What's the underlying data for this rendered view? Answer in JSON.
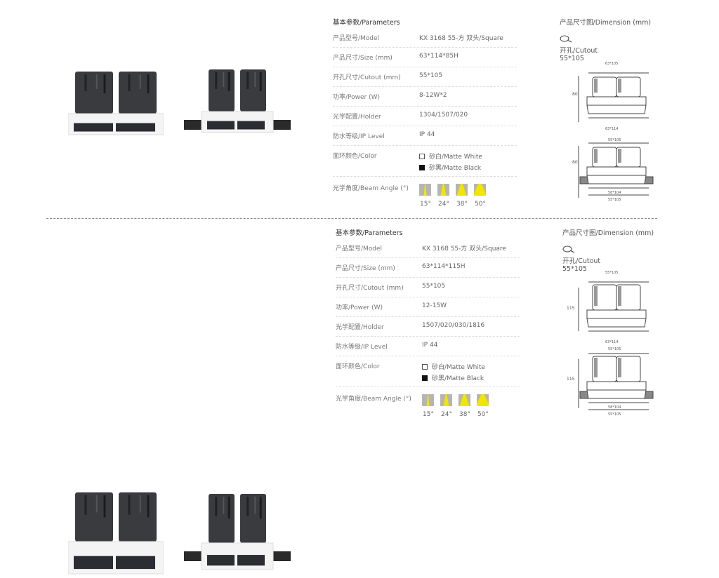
{
  "colors": {
    "beam_yellow": "#f2e600",
    "beam_gray": "#b5b5b5",
    "lamp_dark": "#3a3b3e",
    "frame_white": "#f4f4f4"
  },
  "sections": [
    {
      "params_title": "基本参数/Parameters",
      "rows": [
        {
          "label": "产品型号/Model",
          "value": "KX 3168  55-方 双头/Square"
        },
        {
          "label": "产品尺寸/Size (mm)",
          "value": "63*114*85H"
        },
        {
          "label": "开孔尺寸/Cutout (mm)",
          "value": "55*105"
        },
        {
          "label": "功率/Power (W)",
          "value": "8-12W*2"
        },
        {
          "label": "光学配置/Holder",
          "value": "1304/1507/020"
        },
        {
          "label": "防水等级/IP Level",
          "value": "IP 44"
        }
      ],
      "color_label": "面环颜色/Color",
      "color_options": [
        {
          "swatch": "white",
          "label": "砂白/Matte White"
        },
        {
          "swatch": "black",
          "label": "砂黑/Matte Black"
        }
      ],
      "beam_label": "光学角度/Beam Angle (°)",
      "beam_angles": [
        "15°",
        "24°",
        "38°",
        "50°"
      ],
      "dimension_title": "产品尺寸图/Dimension (mm)",
      "cutout_icon": "hole-saw-icon",
      "cutout_label": "开孔/Cutout",
      "cutout_value": "55*105",
      "drawing_top": {
        "top": "63*105",
        "height": "80",
        "bottom": "63*114"
      },
      "drawing_bottom": {
        "top": "55*105",
        "height": "80",
        "bottom1": "58*104",
        "bottom2": "55*105"
      }
    },
    {
      "params_title": "基本参数/Parameters",
      "rows": [
        {
          "label": "产品型号/Model",
          "value": "KX 3168  55-方 双头/Square"
        },
        {
          "label": "产品尺寸/Size (mm)",
          "value": "63*114*115H"
        },
        {
          "label": "开孔尺寸/Cutout (mm)",
          "value": "55*105"
        },
        {
          "label": "功率/Power (W)",
          "value": "12-15W"
        },
        {
          "label": "光学配置/Holder",
          "value": "1507/020/030/1816"
        },
        {
          "label": "防水等级/IP Level",
          "value": "IP 44"
        }
      ],
      "color_label": "面环颜色/Color",
      "color_options": [
        {
          "swatch": "white",
          "label": "砂白/Matte White"
        },
        {
          "swatch": "black",
          "label": "砂黑/Matte Black"
        }
      ],
      "beam_label": "光学角度/Beam Angle (°)",
      "beam_angles": [
        "15°",
        "24°",
        "38°",
        "50°"
      ],
      "dimension_title": "产品尺寸图/Dimension (mm)",
      "cutout_icon": "hole-saw-icon",
      "cutout_label": "开孔/Cutout",
      "cutout_value": "55*105",
      "drawing_top": {
        "top": "55*105",
        "height": "115",
        "bottom": "63*114"
      },
      "drawing_bottom": {
        "top": "55*105",
        "height": "115",
        "bottom1": "58*104",
        "bottom2": "55*105"
      }
    }
  ]
}
